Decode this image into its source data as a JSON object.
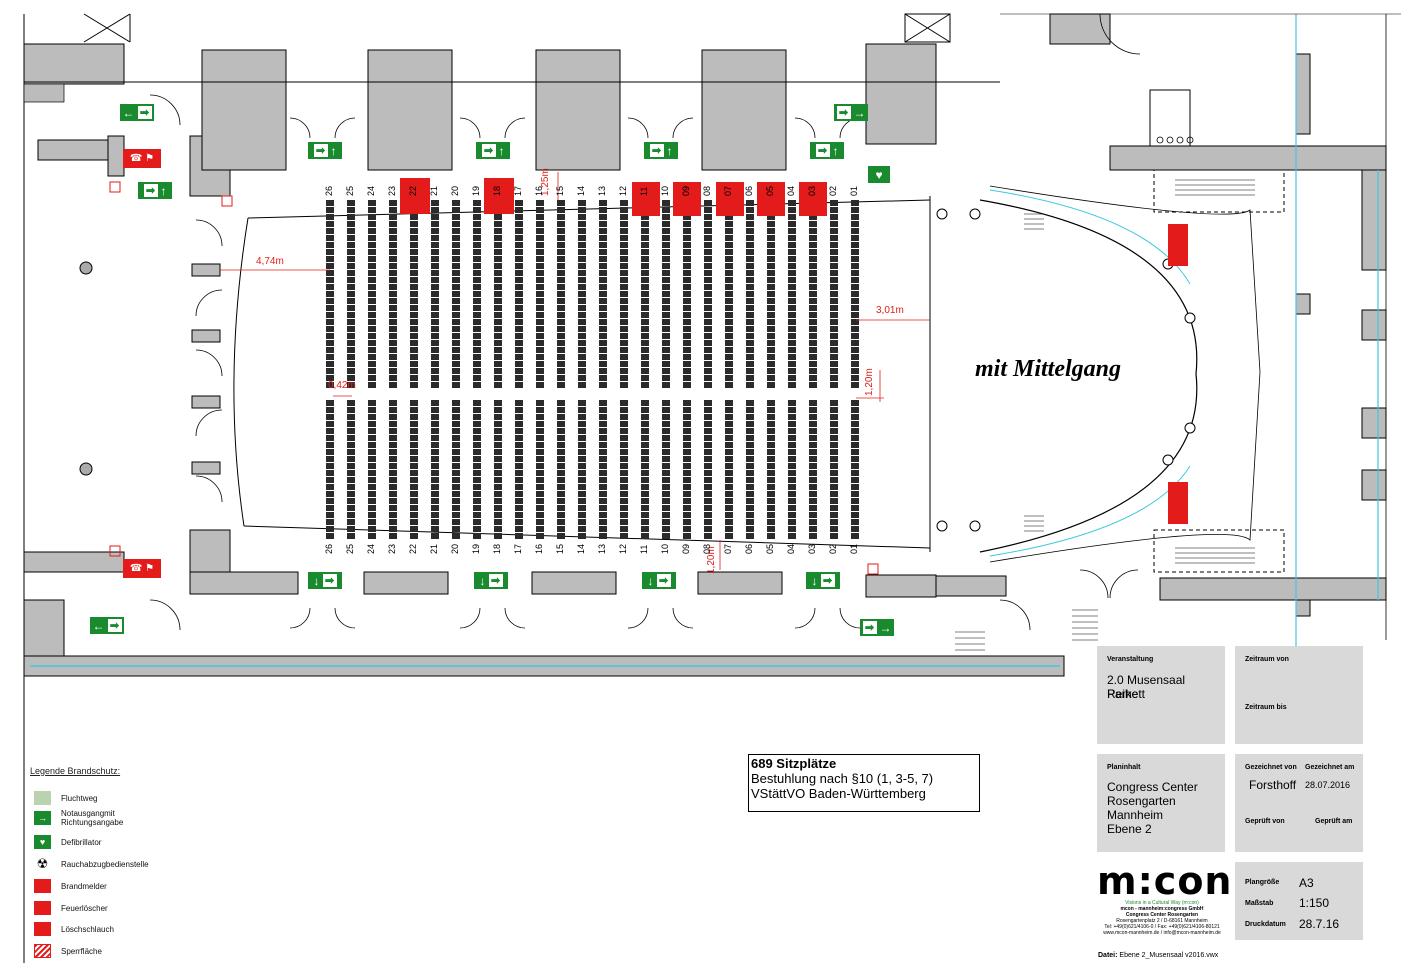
{
  "plan": {
    "center_label": "mit Mittelgang",
    "dimensions": [
      "4,74m",
      "3,01m",
      "0,42m",
      "1,20m",
      "1,25m",
      "1,20m"
    ],
    "row_numbers_top": [
      "26",
      "25",
      "24",
      "23",
      "22",
      "21",
      "20",
      "19",
      "18",
      "17",
      "16",
      "15",
      "14",
      "13",
      "12",
      "11",
      "10",
      "09",
      "08",
      "07",
      "06",
      "05",
      "04",
      "03",
      "02",
      "01"
    ],
    "row_numbers_bottom": [
      "26",
      "25",
      "24",
      "23",
      "22",
      "21",
      "20",
      "19",
      "18",
      "17",
      "16",
      "15",
      "14",
      "13",
      "12",
      "11",
      "10",
      "09",
      "08",
      "07",
      "06",
      "05",
      "04",
      "03",
      "02",
      "01"
    ]
  },
  "seat_info": {
    "count": "689 Sitzplätze",
    "line2": "Bestuhlung nach §10 (1, 3-5, 7)",
    "line3": "VStättVO Baden-Württemberg"
  },
  "title_block": {
    "veranstaltung_label": "Veranstaltung",
    "veranstaltung_value_1": "2.0 Musensaal Parkett",
    "veranstaltung_value_2": "Reihe",
    "zeitraum_von_label": "Zeitraum von",
    "zeitraum_bis_label": "Zeitraum bis",
    "planinhalt_label": "Planinhalt",
    "planinhalt_1": "Congress Center",
    "planinhalt_2": "Rosengarten",
    "planinhalt_3": "Mannheim",
    "planinhalt_4": "Ebene 2",
    "gezeichnet_von_label": "Gezeichnet von",
    "gezeichnet_am_label": "Gezeichnet am",
    "gezeichnet_von_value": "Forsthoff",
    "gezeichnet_am_value": "28.07.2016",
    "geprueft_von_label": "Geprüft von",
    "geprueft_am_label": "Geprüft am",
    "plangroesse_label": "Plangröße",
    "plangroesse_value": "A3",
    "massstab_label": "Maßstab",
    "massstab_value": "1:150",
    "druckdatum_label": "Druckdatum",
    "druckdatum_value": "28.7.16",
    "datei_label": "Datei:",
    "datei_value": "Ebene 2_Musensaal v2016.vwx"
  },
  "logo": {
    "text": "m:con",
    "tagline": "Visions in a Cultural Way (m:con)",
    "company": "mcon - mannheim:congress GmbH",
    "center": "Congress Center Rosengarten",
    "address": "Rosengartenplatz 2 / D-68161 Mannheim",
    "phone": "Tel: +49(0)621/4106-0 / Fax: +49(0)621/4106-80121",
    "web": "www.mcon-mannheim.de / info@mcon-mannheim.de"
  },
  "legend": {
    "title": "Legende Brandschutz:",
    "items": [
      {
        "label": "Fluchtweg",
        "icon": "escape-route-icon",
        "color": "#b9d3b0"
      },
      {
        "label": "Notausgangmit Richtungsangabe",
        "icon": "emergency-exit-icon",
        "color": "#1a8a2e"
      },
      {
        "label": "Defibrillator",
        "icon": "defibrillator-icon",
        "color": "#1a8a2e"
      },
      {
        "label": "Rauchabzugbedienstelle",
        "icon": "smoke-vent-icon",
        "color": "#000000"
      },
      {
        "label": "Brandmelder",
        "icon": "fire-alarm-icon",
        "color": "#e31b1b"
      },
      {
        "label": "Feuerlöscher",
        "icon": "fire-extinguisher-icon",
        "color": "#e31b1b"
      },
      {
        "label": "Löschschlauch",
        "icon": "fire-hose-icon",
        "color": "#e31b1b"
      },
      {
        "label": "Sperrfläche",
        "icon": "restricted-area-icon",
        "color": "#e31b1b"
      }
    ]
  },
  "colors": {
    "wall": "#bcbcbc",
    "seat": "#2b2b2b",
    "dimension": "#e0201a",
    "exit": "#1a8a2e",
    "fire": "#e31b1b",
    "title_block": "#d9d9d9",
    "glass": "#3ec8e0"
  }
}
